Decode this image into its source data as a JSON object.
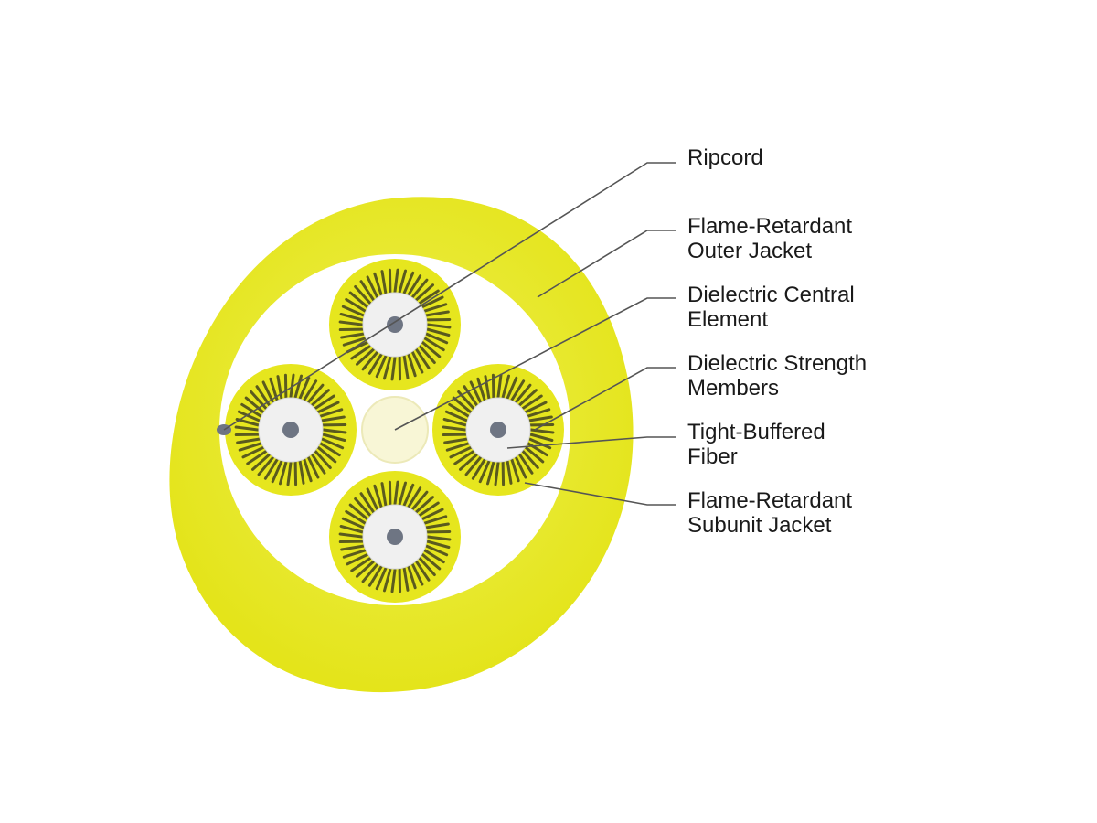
{
  "colors": {
    "jacket": "#e6e61e",
    "jacket_light": "#eef052",
    "fiber_gray": "#6e7583",
    "fiber_light": "#f0f0f0",
    "central": "#f8f6d6",
    "leader": "#555555",
    "stripe_dark": "#5a5a1e"
  },
  "diagram": {
    "labels": [
      {
        "id": "ripcord",
        "lines": [
          "Ripcord"
        ]
      },
      {
        "id": "outer-jacket",
        "lines": [
          "Flame-Retardant",
          "Outer Jacket"
        ]
      },
      {
        "id": "central-element",
        "lines": [
          "Dielectric Central",
          "Element"
        ]
      },
      {
        "id": "strength-members",
        "lines": [
          "Dielectric Strength",
          "Members"
        ]
      },
      {
        "id": "tight-buffered-fiber",
        "lines": [
          "Tight-Buffered",
          "Fiber"
        ]
      },
      {
        "id": "subunit-jacket",
        "lines": [
          "Flame-Retardant",
          "Subunit Jacket"
        ]
      }
    ]
  }
}
